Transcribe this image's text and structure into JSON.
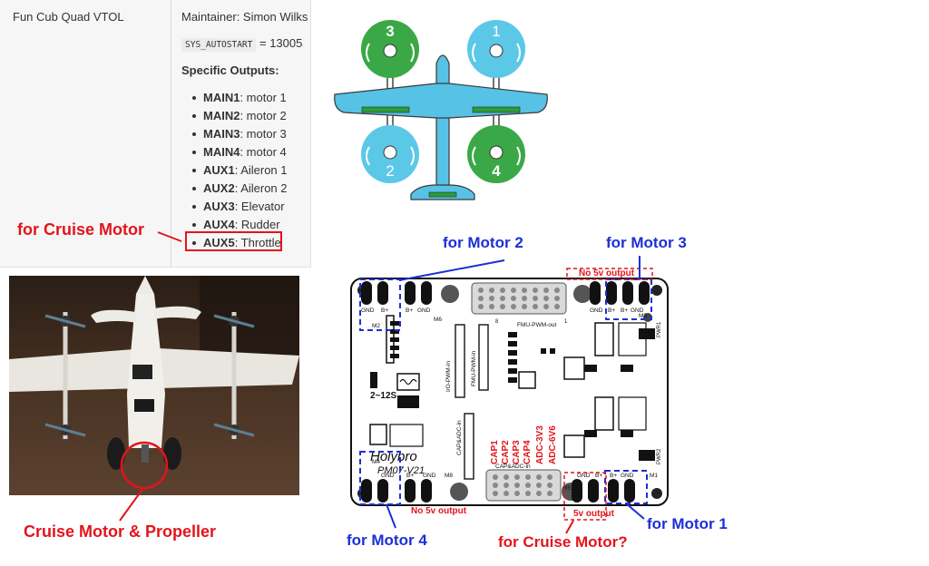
{
  "doc": {
    "airframe_name": "Fun Cub Quad VTOL",
    "maintainer": "Maintainer: Simon Wilks",
    "sys_autostart_param": "SYS_AUTOSTART",
    "sys_autostart_value": "= 13005",
    "outputs_heading": "Specific Outputs:",
    "outputs": [
      {
        "channel": "MAIN1",
        "desc": ": motor 1"
      },
      {
        "channel": "MAIN2",
        "desc": ": motor 2"
      },
      {
        "channel": "MAIN3",
        "desc": ": motor 3"
      },
      {
        "channel": "MAIN4",
        "desc": ": motor 4"
      },
      {
        "channel": "AUX1",
        "desc": ": Aileron 1"
      },
      {
        "channel": "AUX2",
        "desc": ": Aileron 2"
      },
      {
        "channel": "AUX3",
        "desc": ": Elevator"
      },
      {
        "channel": "AUX4",
        "desc": ": Rudder"
      },
      {
        "channel": "AUX5",
        "desc": ": Throttle"
      }
    ]
  },
  "vtol": {
    "motor_numbers": [
      "3",
      "1",
      "2",
      "4"
    ],
    "colors": {
      "green": "#3aa846",
      "light_blue": "#5cc8e8",
      "body_blue": "#56c2e6",
      "strip_green": "#2e9b3a"
    }
  },
  "annotations": {
    "for_cruise_motor": "for Cruise Motor",
    "cruise_motor_propeller": "Cruise Motor & Propeller",
    "for_motor_2": "for Motor 2",
    "for_motor_3": "for Motor 3",
    "for_motor_4": "for Motor 4",
    "for_motor_1": "for Motor 1",
    "for_cruise_motor_q": "for Cruise Motor?",
    "no_5v_output_top": "No 5v output",
    "no_5v_output_bottom": "No 5v output",
    "five_v_output": "5v output",
    "red": "#e3141b",
    "blue": "#1c2fd6"
  },
  "board": {
    "brand": "Holybro",
    "model": "PM07-V21",
    "fmu_pwm_out": "FMU-PWM-out",
    "io_pwm_in": "I/O-PWM-in",
    "fmu_pwm_in": "FMU-PWM-in",
    "cap_adc_in_side": "CAP&ADC-in",
    "cap_adc_in_bottom": "CAP&ADC-in",
    "voltage_range": "2~12S",
    "pwr1": "PWR1",
    "pwr2": "PWR2",
    "cap_labels": [
      "CAP1",
      "CAP2",
      "CAP3",
      "CAP4",
      "ADC-3V3",
      "ADC-6V6"
    ],
    "port_labels": [
      "M1",
      "M2",
      "M3",
      "M4",
      "M5",
      "M6",
      "M7",
      "M8"
    ],
    "gnd": "GND",
    "bplus": "B+",
    "pin8": "8",
    "pin1": "1"
  }
}
